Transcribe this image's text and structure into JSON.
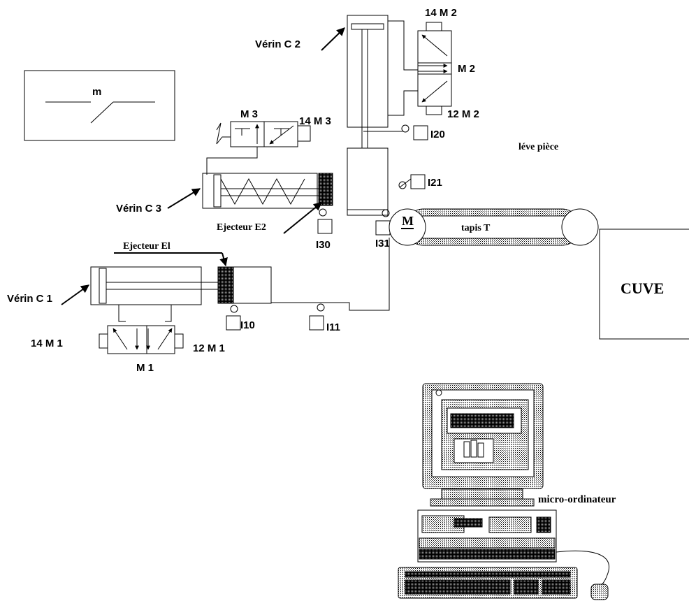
{
  "labels": {
    "m": "m",
    "verin_c2": "Vérin  C 2",
    "m2_14": "14 M 2",
    "m2": "M 2",
    "m2_12": "12 M 2",
    "m3": "M 3",
    "m3_14": "14 M 3",
    "i20": "I20",
    "leve_piece": "léve pièce",
    "i21": "I21",
    "verin_c3": "Vérin  C 3",
    "ejecteur_e2": "Ejecteur E2",
    "i30": "I30",
    "i31": "I31",
    "motor": "M",
    "tapis": "tapis T",
    "ejecteur_e1": "Ejecteur El",
    "verin_c1": "Vérin C 1",
    "i10": "I10",
    "i11": "I11",
    "m1_14": "14 M 1",
    "m1_12": "12 M 1",
    "m1": "M 1",
    "cuve": "CUVE",
    "micro": "micro-ordinateur"
  }
}
